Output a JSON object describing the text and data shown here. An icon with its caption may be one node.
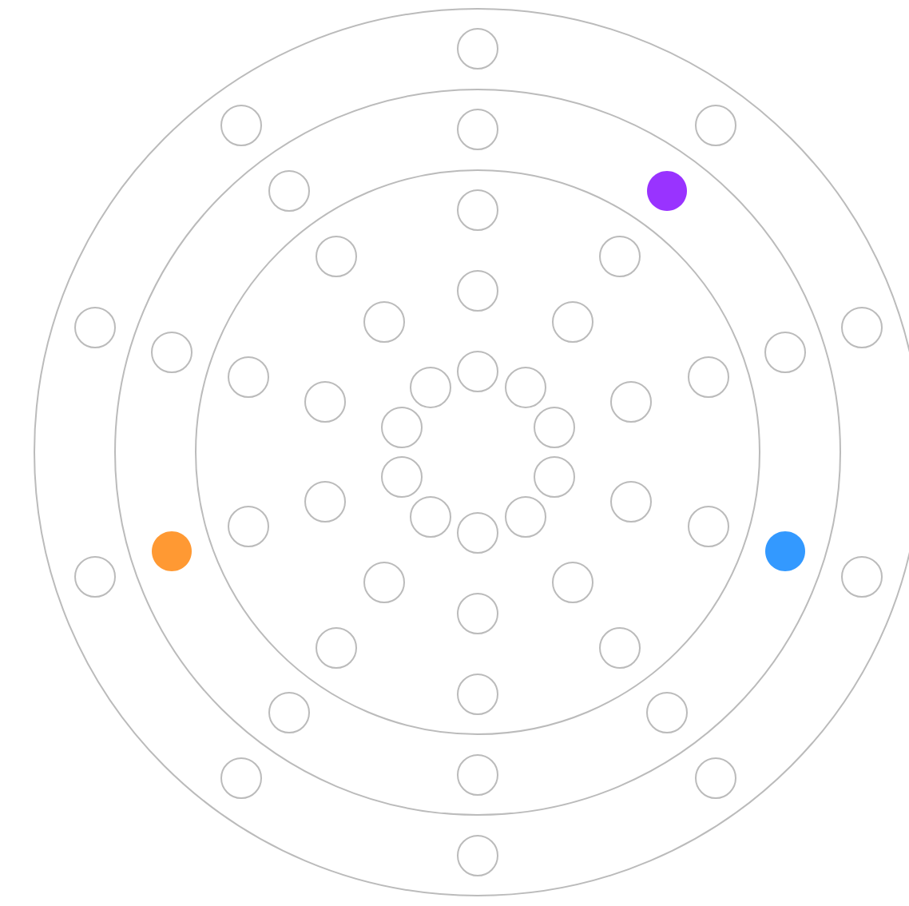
{
  "diagram": {
    "nodes": [
      {
        "text": [],
        "shape": "circle"
      },
      {
        "text": [],
        "shape": "circle",
        "in": 0
      },
      {
        "text": [],
        "shape": "circle",
        "in": 1
      },
      {
        "text": [],
        "shape": "circle",
        "in": 0
      },
      {
        "text": [],
        "shape": "circle",
        "in": 0
      },
      {
        "text": [],
        "shape": "circle",
        "in": 0
      },
      {
        "text": [],
        "shape": "circle",
        "in": 1
      },
      {
        "text": [],
        "shape": "circle",
        "in": 1
      },
      {
        "text": [],
        "shape": "circle",
        "in": 1
      },
      {
        "text": [],
        "shape": "circle",
        "in": 2
      },
      {
        "text": [],
        "shape": "circle",
        "in": 2
      },
      {
        "text": [],
        "shape": "circle",
        "in": 2
      },
      {
        "text": [],
        "shape": "circle",
        "in": 2
      },
      {
        "text": [],
        "shape": "circle",
        "in": 2
      },
      {
        "text": [],
        "shape": "circle",
        "in": 2
      },
      {
        "text": [],
        "shape": "circle",
        "in": 0
      },
      {
        "text": [],
        "shape": "circle",
        "in": 0
      },
      {
        "text": [],
        "shape": "circle",
        "in": 1
      },
      {
        "text": [],
        "shape": "circle",
        "in": 1
      },
      {
        "text": [],
        "shape": "circle",
        "in": 2
      },
      {
        "text": [],
        "shape": "circle",
        "in": 2
      },
      {
        "text": [],
        "shape": "circle",
        "in": 2
      },
      {
        "text": [],
        "shape": "circle",
        "in": 2
      },
      {
        "text": [],
        "shape": "circle",
        "in": 2
      },
      {
        "text": [],
        "shape": "circle",
        "in": 2
      },
      {
        "text": [],
        "shape": "circle",
        "in": 2
      },
      {
        "text": [],
        "shape": "circle",
        "in": 2
      },
      {
        "text": [],
        "shape": "circle",
        "in": 2
      },
      {
        "text": [],
        "shape": "circle",
        "in": 2
      },
      {
        "text": [],
        "shape": "circle",
        "in": 2
      },
      {
        "text": [],
        "shape": "circle",
        "in": 2
      },
      {
        "text": [],
        "shape": "circle",
        "in": 2
      },
      {
        "text": [],
        "shape": "circle",
        "in": 2
      },
      {
        "text": [],
        "shape": "circle",
        "in": 2
      },
      {
        "text": [],
        "shape": "circle",
        "in": 2
      },
      {
        "text": [],
        "shape": "circle",
        "in": 2
      },
      {
        "text": [],
        "shape": "circle",
        "in": 2
      },
      {
        "text": [],
        "shape": "circle",
        "in": 1
      },
      {
        "text": [],
        "shape": "circle",
        "in": 1
      },
      {
        "text": [],
        "shape": "circle",
        "in": 0
      },
      {
        "text": [],
        "shape": "circle",
        "in": 0
      },
      {
        "text": [],
        "shape": "circle",
        "in": 2
      },
      {
        "text": [],
        "shape": "circle",
        "in": 2
      },
      {
        "text": [],
        "shape": "circle",
        "in": 2
      },
      {
        "text": [],
        "shape": "circle",
        "in": 2
      },
      {
        "text": [],
        "shape": "circle",
        "in": 2
      },
      {
        "text": [],
        "shape": "circle",
        "in": 2
      },
      {
        "text": [],
        "shape": "circle",
        "in": 1
      },
      {
        "text": [],
        "shape": "circle",
        "in": 1
      },
      {
        "text": [],
        "shape": "circle",
        "in": 1
      },
      {
        "text": [],
        "shape": "circle",
        "in": 0
      },
      {
        "text": [],
        "shape": "circle",
        "in": 0
      },
      {
        "text": [],
        "shape": "circle",
        "in": 0
      }
    ]
  }
}
